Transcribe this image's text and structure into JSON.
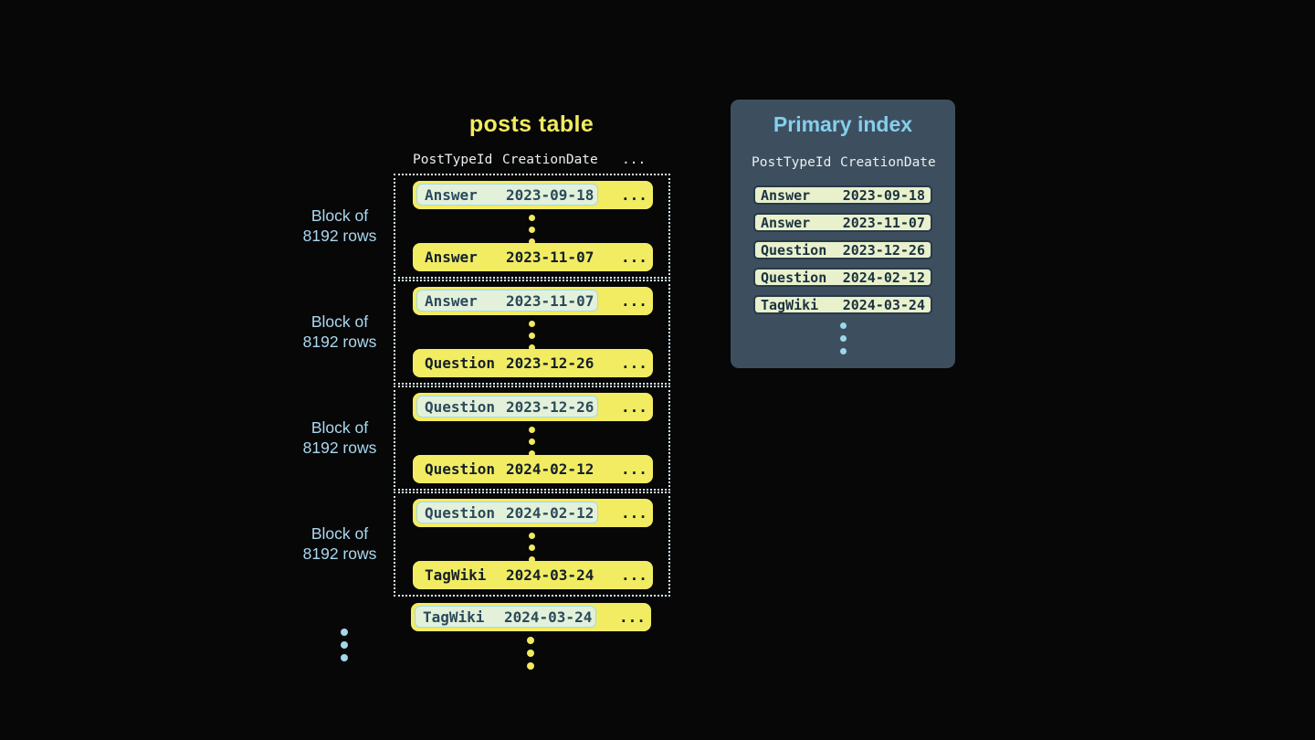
{
  "posts_table": {
    "title": "posts table",
    "columns": [
      "PostTypeId",
      "CreationDate",
      "..."
    ],
    "ellipsis": "...",
    "block_label": [
      "Block of",
      "8192 rows"
    ],
    "blocks": [
      {
        "first": {
          "type": "Answer",
          "date": "2023-09-18"
        },
        "last": {
          "type": "Answer",
          "date": "2023-11-07"
        }
      },
      {
        "first": {
          "type": "Answer",
          "date": "2023-11-07"
        },
        "last": {
          "type": "Question",
          "date": "2023-12-26"
        }
      },
      {
        "first": {
          "type": "Question",
          "date": "2023-12-26"
        },
        "last": {
          "type": "Question",
          "date": "2024-02-12"
        }
      },
      {
        "first": {
          "type": "Question",
          "date": "2024-02-12"
        },
        "last": {
          "type": "TagWiki",
          "date": "2024-03-24"
        }
      }
    ],
    "overflow_row": {
      "type": "TagWiki",
      "date": "2024-03-24"
    }
  },
  "primary_index": {
    "title": "Primary index",
    "columns": [
      "PostTypeId",
      "CreationDate"
    ],
    "rows": [
      {
        "type": "Answer",
        "date": "2023-09-18"
      },
      {
        "type": "Answer",
        "date": "2023-11-07"
      },
      {
        "type": "Question",
        "date": "2023-12-26"
      },
      {
        "type": "Question",
        "date": "2024-02-12"
      },
      {
        "type": "TagWiki",
        "date": "2024-03-24"
      }
    ]
  },
  "colors": {
    "background": "#070708",
    "row_yellow": "#f2ec63",
    "title_yellow": "#f1eb5f",
    "highlight_fill": "#e3f1da",
    "highlight_border": "#a5d8e9",
    "panel_bg": "#3d4f5e",
    "panel_title_blue": "#85cfee",
    "index_row_fill": "#e9f0cc",
    "index_row_border": "#273a47",
    "label_blue": "#abd7ee",
    "dotted_border": "#d8edf5",
    "dark_text": "#131f28"
  }
}
